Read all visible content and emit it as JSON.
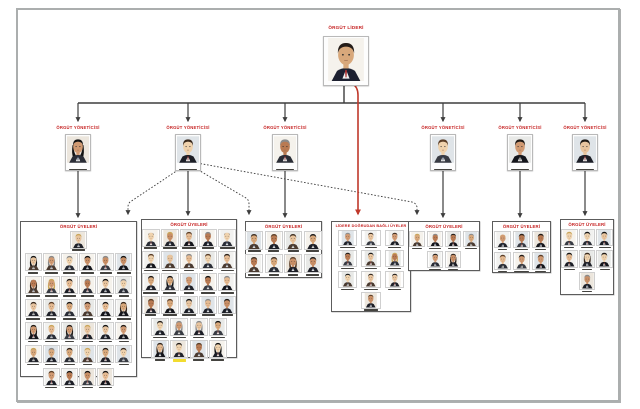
{
  "org_chart": {
    "leader": {
      "label": "ÖRGÜT LİDERİ"
    },
    "managers": [
      {
        "label": "ÖRGÜT YÖNETİCİSİ"
      },
      {
        "label": "ÖRGÜT YÖNETİCİSİ"
      },
      {
        "label": "ÖRGÜT YÖNETİCİSİ"
      },
      {
        "label": "ÖRGÜT YÖNETİCİSİ"
      },
      {
        "label": "ÖRGÜT YÖNETİCİSİ"
      },
      {
        "label": "ÖRGÜT YÖNETİCİSİ"
      }
    ],
    "groups": [
      {
        "title": "ÖRGÜT ÜYELERİ",
        "rows": [
          1,
          6,
          6,
          6,
          6,
          6,
          4
        ],
        "member_count": 35
      },
      {
        "title": "ÖRGÜT ÜYELERİ",
        "rows": [
          5,
          5,
          5,
          5,
          4,
          4
        ],
        "member_count": 28,
        "highlight": {
          "row": 5,
          "col": 1,
          "color": "#f2dc30"
        }
      },
      {
        "title": "ÖRGÜT ÜYELERİ",
        "rows": [
          4,
          4
        ],
        "member_count": 8
      },
      {
        "title": "LİDERE DOĞRUDAN BAĞLI ÜYELER",
        "rows": [
          3,
          3,
          3,
          1
        ],
        "member_count": 10
      },
      {
        "title": "ÖRGÜT ÜYELERİ",
        "rows": [
          4,
          2
        ],
        "member_count": 6
      },
      {
        "title": "ÖRGÜT ÜYELERİ",
        "rows": [
          3,
          3
        ],
        "member_count": 6
      },
      {
        "title": "ÖRGÜT ÜYELERİ",
        "rows": [
          3,
          3,
          1
        ],
        "member_count": 7
      }
    ],
    "connections": [
      {
        "from": "leader",
        "to": "manager-bus",
        "style": "solid"
      },
      {
        "from": "manager-1",
        "to": "group-1",
        "style": "solid"
      },
      {
        "from": "manager-2",
        "to": "group-2",
        "style": "solid"
      },
      {
        "from": "manager-2",
        "to": "group-1",
        "style": "dotted"
      },
      {
        "from": "manager-2",
        "to": "group-3",
        "style": "dotted"
      },
      {
        "from": "manager-2",
        "to": "group-5",
        "style": "dotted"
      },
      {
        "from": "manager-3",
        "to": "group-3",
        "style": "solid"
      },
      {
        "from": "leader",
        "to": "group-4",
        "style": "red-solid"
      },
      {
        "from": "manager-4",
        "to": "group-5",
        "style": "solid"
      },
      {
        "from": "manager-5",
        "to": "group-6",
        "style": "solid"
      },
      {
        "from": "manager-6",
        "to": "group-7",
        "style": "solid"
      }
    ],
    "colors": {
      "label_red": "#c51f1f",
      "red_line": "#c0392b",
      "dark_line": "#3d3d3d",
      "box_border": "#5c5c5c",
      "frame_border": "#abaeae"
    },
    "avatar_palette": {
      "skin": [
        "#e8c49e",
        "#d8a87b",
        "#c98f66",
        "#b97a52",
        "#e6bb92",
        "#d19a72",
        "#efd2ad"
      ],
      "hair": [
        "#201a16",
        "#3a2a1d",
        "#121212",
        "#5a3d26",
        "#8a8a8a",
        "#c9a55a",
        "#2e2219"
      ],
      "suit": [
        "#1c1e26",
        "#2a2d36",
        "#383b43",
        "#20222a",
        "#4a3a30",
        "#14151b"
      ],
      "photo_bg": [
        "#f1f1ef",
        "#e8e9e7",
        "#dfe4e8",
        "#ece6dd",
        "#f5f2ec"
      ],
      "tie": [
        "#7d1f1f",
        "#23304d",
        "#222222"
      ]
    }
  }
}
